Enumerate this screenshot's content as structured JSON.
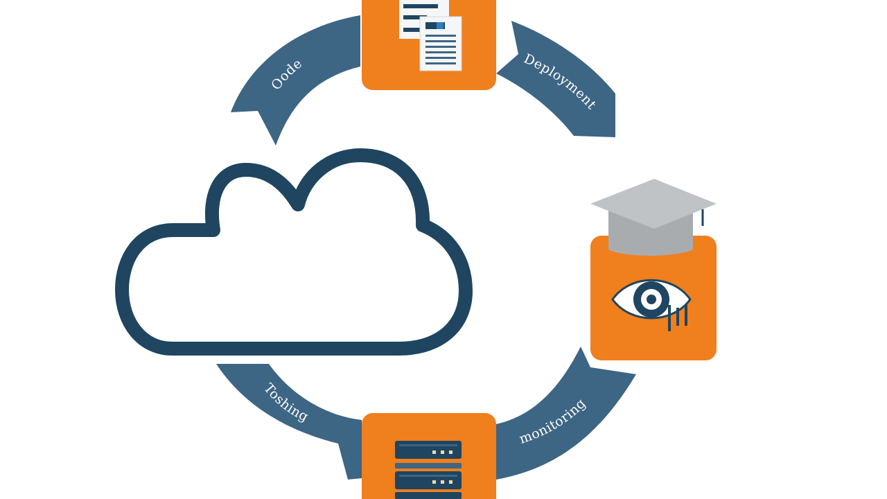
{
  "diagram": {
    "arcs": [
      {
        "id": "code",
        "label": "Oode"
      },
      {
        "id": "deployment",
        "label": "Deployment"
      },
      {
        "id": "monitoring",
        "label": "monitoring"
      },
      {
        "id": "testing",
        "label": "Toshing"
      }
    ],
    "nodes": [
      {
        "id": "documents",
        "icon": "document-icon"
      },
      {
        "id": "training-review",
        "icon": "eye-icon",
        "accessory": "graduation-cap-icon"
      },
      {
        "id": "servers",
        "icon": "server-rack-icon"
      },
      {
        "id": "cloud",
        "icon": "cloud-icon"
      }
    ],
    "colors": {
      "arc_fill": "#3d6584",
      "node_fill": "#f07f1e",
      "outline": "#1f4560",
      "cap_gray": "#b3b6b9",
      "paper": "#f5f6f7"
    }
  }
}
